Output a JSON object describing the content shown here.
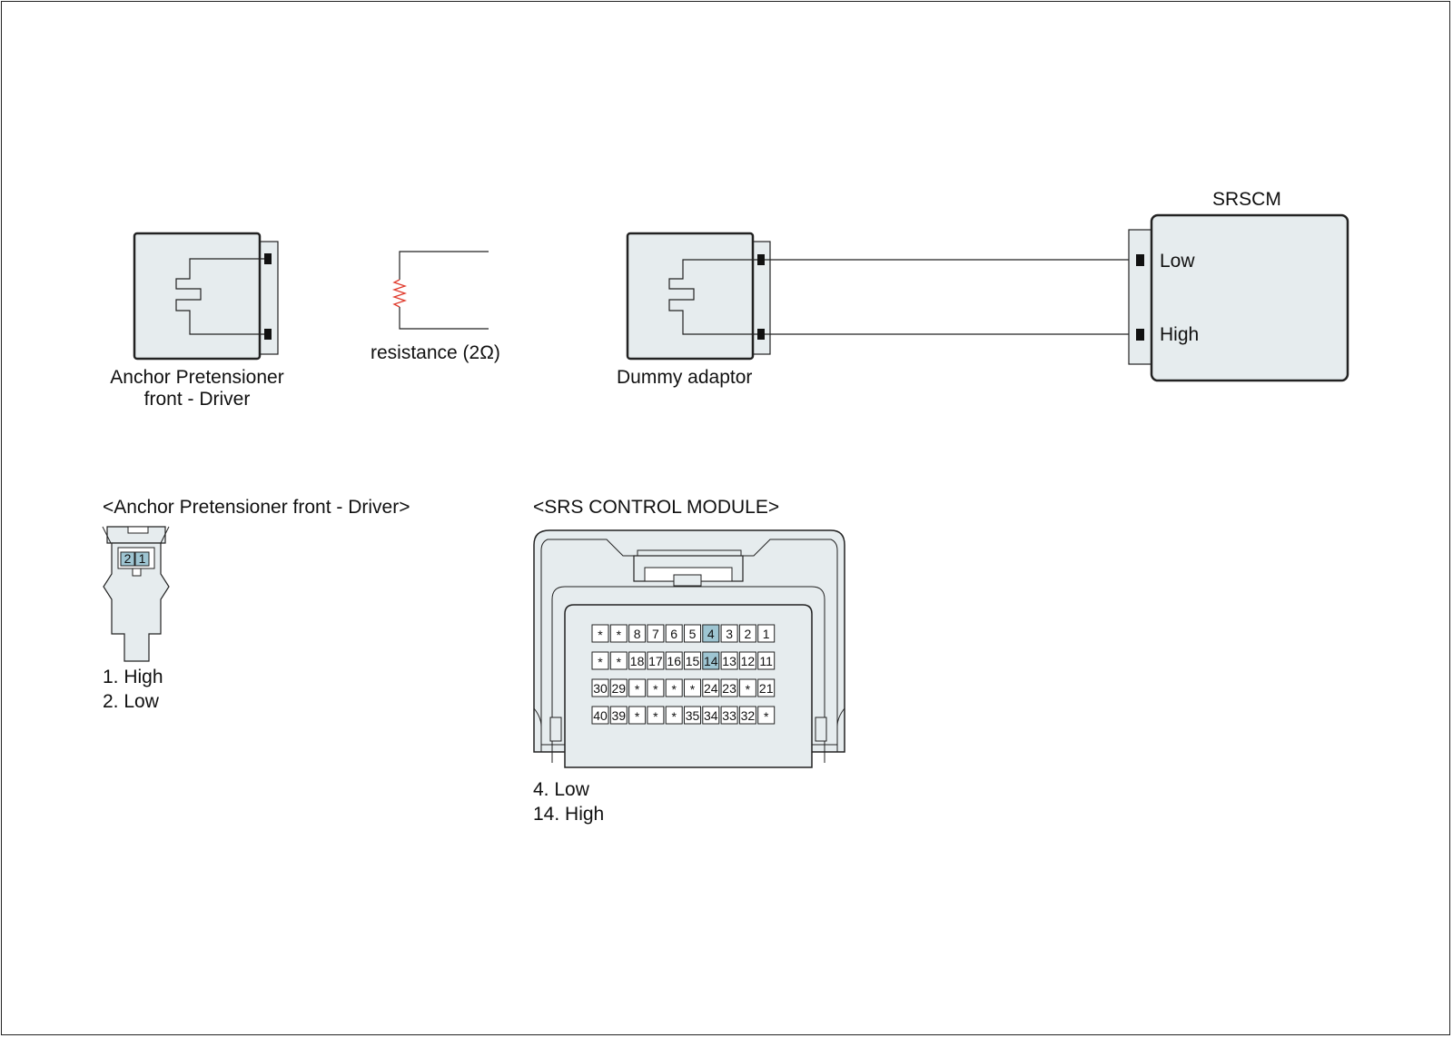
{
  "colors": {
    "component_fill": "#e6ecee",
    "highlight_pin": "#9ec5d2",
    "resistor": "#e03a2c",
    "stroke": "#222222"
  },
  "labels": {
    "srscm_title": "SRSCM",
    "srscm_low": "Low",
    "srscm_high": "High",
    "resistance": "resistance (2Ω)",
    "dummy_adaptor": "Dummy adaptor",
    "anchor_line1": "Anchor Pretensioner",
    "anchor_line2": "front - Driver"
  },
  "anchor_connector": {
    "title": "<Anchor Pretensioner front - Driver>",
    "pins_shown": [
      "2",
      "1"
    ],
    "notes": [
      "1. High",
      "2. Low"
    ]
  },
  "srs_module": {
    "title": "<SRS CONTROL MODULE>",
    "pin_rows": [
      [
        "*",
        "*",
        "8",
        "7",
        "6",
        "5",
        "4",
        "3",
        "2",
        "1"
      ],
      [
        "*",
        "*",
        "18",
        "17",
        "16",
        "15",
        "14",
        "13",
        "12",
        "11"
      ],
      [
        "30",
        "29",
        "*",
        "*",
        "*",
        "*",
        "24",
        "23",
        "*",
        "21"
      ],
      [
        "40",
        "39",
        "*",
        "*",
        "*",
        "35",
        "34",
        "33",
        "32",
        "*"
      ]
    ],
    "highlighted_pins": [
      "4",
      "14"
    ],
    "notes": [
      "4. Low",
      "14. High"
    ]
  }
}
